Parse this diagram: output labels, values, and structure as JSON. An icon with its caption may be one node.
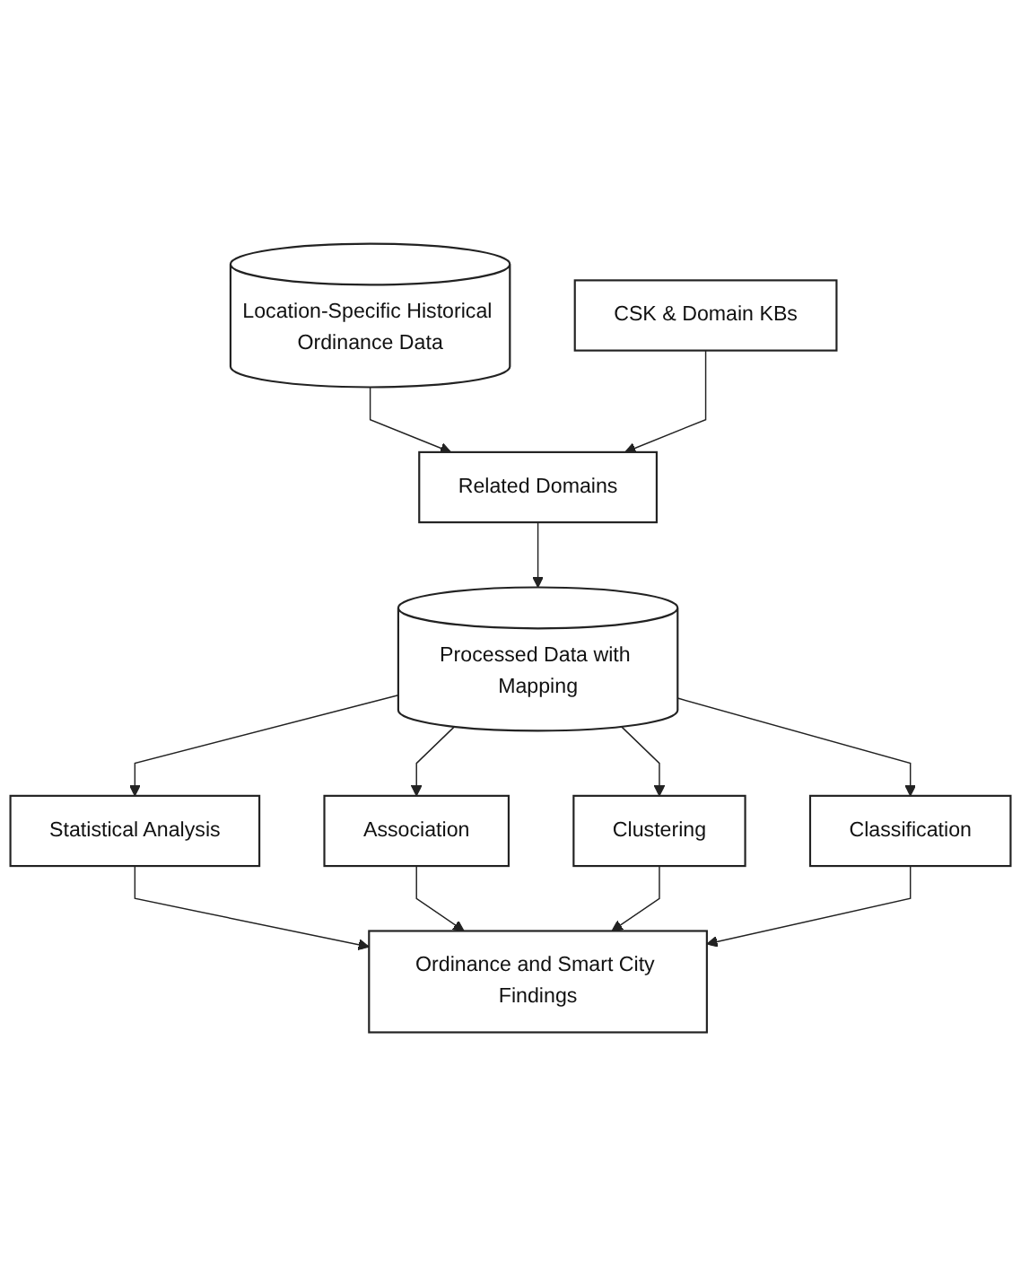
{
  "diagram": {
    "nodes": [
      {
        "text": [
          "Location-Specific Historical Ordinance Data"
        ]
      },
      {
        "text": [
          "CSK & Domain KBs"
        ]
      },
      {
        "text": [
          "Related Domains"
        ]
      },
      {
        "text": [
          "Processed Data with Mapping"
        ]
      },
      {
        "text": [
          "Statistical Analysis"
        ]
      },
      {
        "text": [
          "Association"
        ]
      },
      {
        "text": [
          "Clustering"
        ]
      },
      {
        "text": [
          "Classification"
        ]
      },
      {
        "text": [
          "Ordinance and Smart City Findings"
        ]
      }
    ],
    "edges": [
      {
        "from": 0,
        "to": 2,
        "arrow": "to"
      },
      {
        "from": 1,
        "to": 2,
        "arrow": "to"
      },
      {
        "from": 2,
        "to": 3,
        "arrow": "to"
      },
      {
        "from": 3,
        "to": 4,
        "arrow": "to"
      },
      {
        "from": 3,
        "to": 5,
        "arrow": "to"
      },
      {
        "from": 3,
        "to": 6,
        "arrow": "to"
      },
      {
        "from": 3,
        "to": 7,
        "arrow": "to"
      },
      {
        "from": 4,
        "to": 8,
        "arrow": "to"
      },
      {
        "from": 5,
        "to": 8,
        "arrow": "to"
      },
      {
        "from": 6,
        "to": 8,
        "arrow": "to"
      },
      {
        "from": 7,
        "to": 8,
        "arrow": "to"
      }
    ]
  }
}
